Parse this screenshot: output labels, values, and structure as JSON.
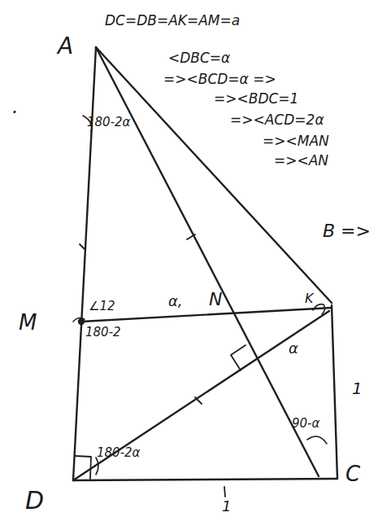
{
  "diagram": {
    "labels": [
      "A",
      "DC=DB=AK=AM=a",
      "<DBC=α",
      "=><BCD=α =>",
      "=><BDC=1",
      "=><ACD=2α",
      "=><MAN",
      "=><AN",
      "B =>",
      "180-2α",
      "∠12",
      "α,",
      "N",
      "M",
      "180-2",
      "K",
      "α",
      "1",
      "90-α",
      "180-2α",
      "D",
      "C",
      "1",
      "."
    ]
  }
}
